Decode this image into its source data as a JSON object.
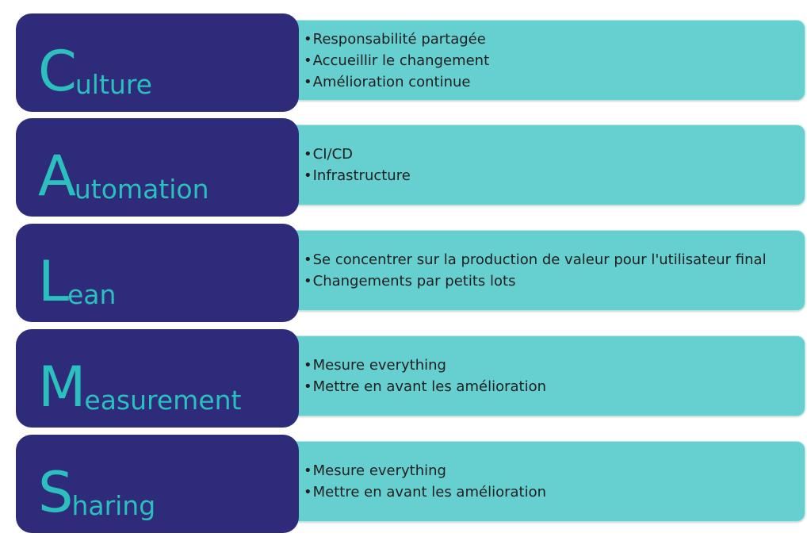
{
  "diagram": {
    "rows": [
      {
        "initial": "C",
        "rest": "ulture",
        "items": [
          "Responsabilité partagée",
          "Accueillir le changement",
          "Amélioration continue"
        ]
      },
      {
        "initial": "A",
        "rest": "utomation",
        "items": [
          "CI/CD",
          "Infrastructure"
        ]
      },
      {
        "initial": "L",
        "rest": "ean",
        "items": [
          "Se concentrer sur la production de valeur pour l'utilisateur final",
          "Changements par petits lots"
        ]
      },
      {
        "initial": "M",
        "rest": "easurement",
        "items": [
          "Mesure everything",
          "Mettre en avant les amélioration"
        ]
      },
      {
        "initial": "S",
        "rest": "haring",
        "items": [
          "Mesure everything",
          "Mettre en avant les amélioration"
        ]
      }
    ]
  },
  "colors": {
    "label_box": "#2e2b7a",
    "label_text": "#2bbfbd",
    "detail_box": "#66cfcf",
    "detail_text": "#1f1f1f"
  }
}
